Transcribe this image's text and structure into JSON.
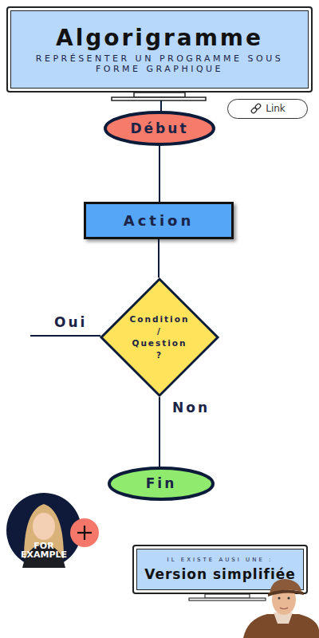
{
  "diagram": {
    "title": "Algorigramme",
    "nodes": [
      {
        "text": [
          "Algorigramme",
          "REPRÉSENTER UN PROGRAMME SOUS FORME GRAPHIQUE"
        ]
      },
      {
        "text": [
          "Link"
        ]
      },
      {
        "text": [
          "Début"
        ]
      },
      {
        "text": [
          "Action"
        ]
      },
      {
        "text": [
          "Condition / Question ?"
        ]
      },
      {
        "text": [
          "Fin"
        ]
      },
      {
        "text": [
          "FOR EXAMPLE"
        ]
      },
      {
        "text": [
          "IL EXISTE AUSI UNE :",
          "Version simplifiée"
        ]
      }
    ],
    "edges": [
      {
        "from": 2,
        "to": 3,
        "arrow": "none"
      },
      {
        "from": 3,
        "to": 4,
        "arrow": "none"
      },
      {
        "from": 4,
        "to": 5,
        "label": "Non",
        "arrow": "none"
      }
    ],
    "labels": [
      "Oui"
    ]
  }
}
